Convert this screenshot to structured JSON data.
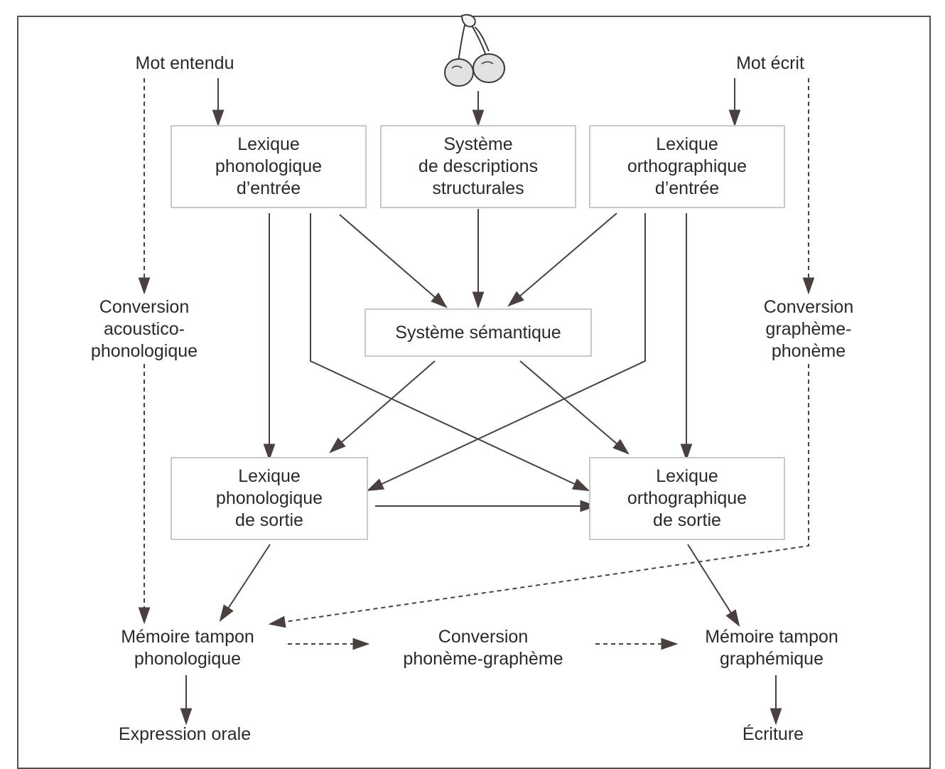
{
  "inputs": {
    "heard_word": "Mot entendu",
    "written_word": "Mot écrit",
    "picture_icon": "cherries-icon"
  },
  "boxes": {
    "phon_input_lexicon": [
      "Lexique",
      "phonologique",
      "d’entrée"
    ],
    "structural_descriptions": [
      "Système",
      "de descriptions",
      "structurales"
    ],
    "ortho_input_lexicon": [
      "Lexique",
      "orthographique",
      "d’entrée"
    ],
    "semantic_system": "Système sémantique",
    "phon_output_lexicon": [
      "Lexique",
      "phonologique",
      "de sortie"
    ],
    "ortho_output_lexicon": [
      "Lexique",
      "orthographique",
      "de sortie"
    ]
  },
  "labels": {
    "acoustic_conversion": [
      "Conversion",
      "acoustico-",
      "phonologique"
    ],
    "grapheme_conversion": [
      "Conversion",
      "graphème-",
      "phonème"
    ],
    "phon_buffer": [
      "Mémoire tampon",
      "phonologique"
    ],
    "phoneme_grapheme": [
      "Conversion",
      "phonème-graphème"
    ],
    "graph_buffer": [
      "Mémoire tampon",
      "graphémique"
    ],
    "oral_output": "Expression orale",
    "writing_output": "Écriture"
  },
  "colors": {
    "arrow": "#4a4040",
    "box_border": "#c9c9c9",
    "frame": "#505050",
    "cherry_fill": "#e2e2e2",
    "cherry_stroke": "#3a3a3a"
  }
}
